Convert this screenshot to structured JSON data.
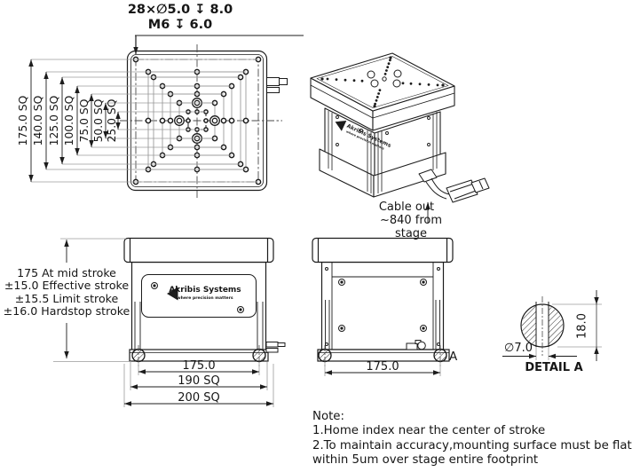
{
  "brand": {
    "name": "Akribis Systems",
    "tagline": "where precision matters"
  },
  "top_view": {
    "hole_callout_line1": "28×∅5.0 ↧ 8.0",
    "hole_callout_line2": "M6 ↧ 6.0",
    "square_dims": [
      "175.0 SQ",
      "140.0 SQ",
      "125.0 SQ",
      "100.0 SQ",
      "75.0 SQ",
      "50.0 SQ",
      "25.0 SQ"
    ]
  },
  "iso_view": {
    "cable_note_line1": "Cable out",
    "cable_note_line2": "~840 from stage"
  },
  "front_view": {
    "stroke_notes": [
      "175 At mid stroke",
      "±15.0 Effective stroke",
      "±15.5 Limit stroke",
      "±16.0 Hardstop stroke"
    ],
    "dim_feet": "175.0",
    "dim_body": "190 SQ",
    "dim_base": "200 SQ"
  },
  "side_view": {
    "dim_feet": "175.0",
    "detail_marker": "A"
  },
  "detail_a": {
    "dim_diameter": "∅7.0",
    "dim_height": "18.0",
    "title": "DETAIL A"
  },
  "notes": {
    "title": "Note:",
    "items": [
      "1.Home index near the center of stroke",
      "2.To maintain accuracy,mounting surface must be flat",
      " within 5um over stage entire footprint"
    ]
  },
  "colors": {
    "line": "#1c1c1c",
    "aux": "#9b9b9b"
  }
}
